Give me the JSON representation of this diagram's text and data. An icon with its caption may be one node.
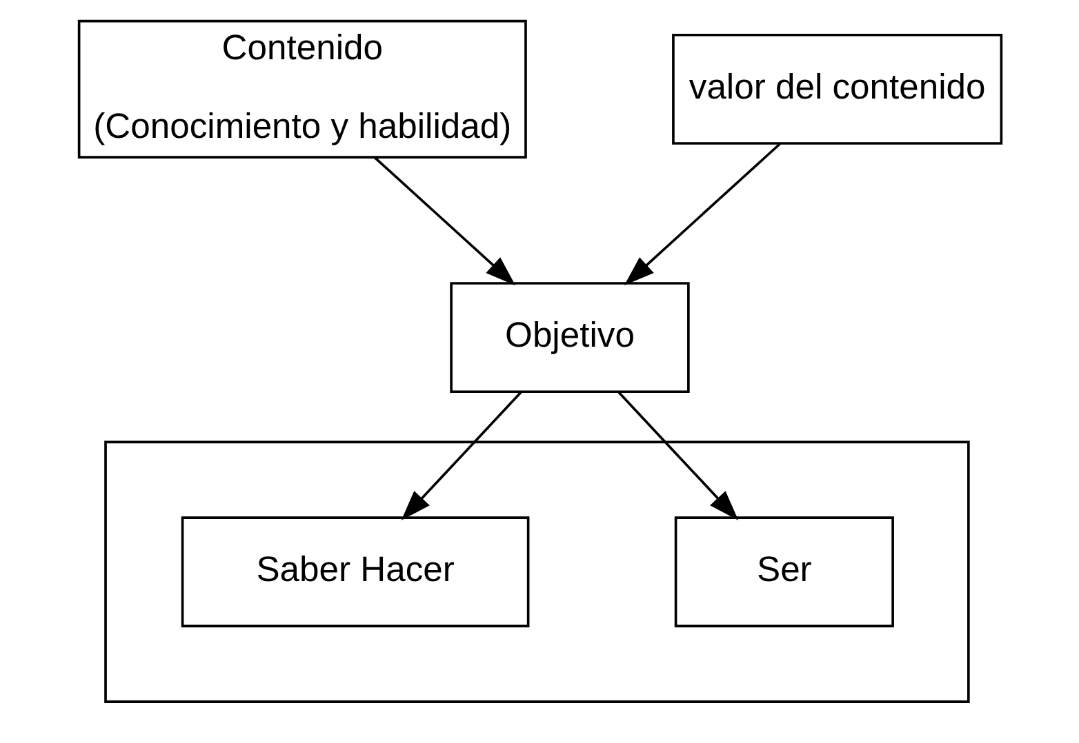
{
  "diagram": {
    "nodes": [
      {
        "text": [
          "Contenido",
          "(Conocimiento y habilidad)"
        ]
      },
      {
        "text": [
          "valor del contenido"
        ]
      },
      {
        "text": [
          "Objetivo"
        ]
      },
      {
        "text": [],
        "shape": "box"
      },
      {
        "text": [
          "Saber Hacer"
        ],
        "in": 3
      },
      {
        "text": [
          "Ser"
        ],
        "in": 3
      }
    ],
    "edges": [
      {
        "from": 0,
        "to": 2,
        "arrow": "to"
      },
      {
        "from": 1,
        "to": 2,
        "arrow": "to"
      },
      {
        "from": 2,
        "to": 4,
        "arrow": "to"
      },
      {
        "from": 2,
        "to": 5,
        "arrow": "to"
      }
    ]
  }
}
